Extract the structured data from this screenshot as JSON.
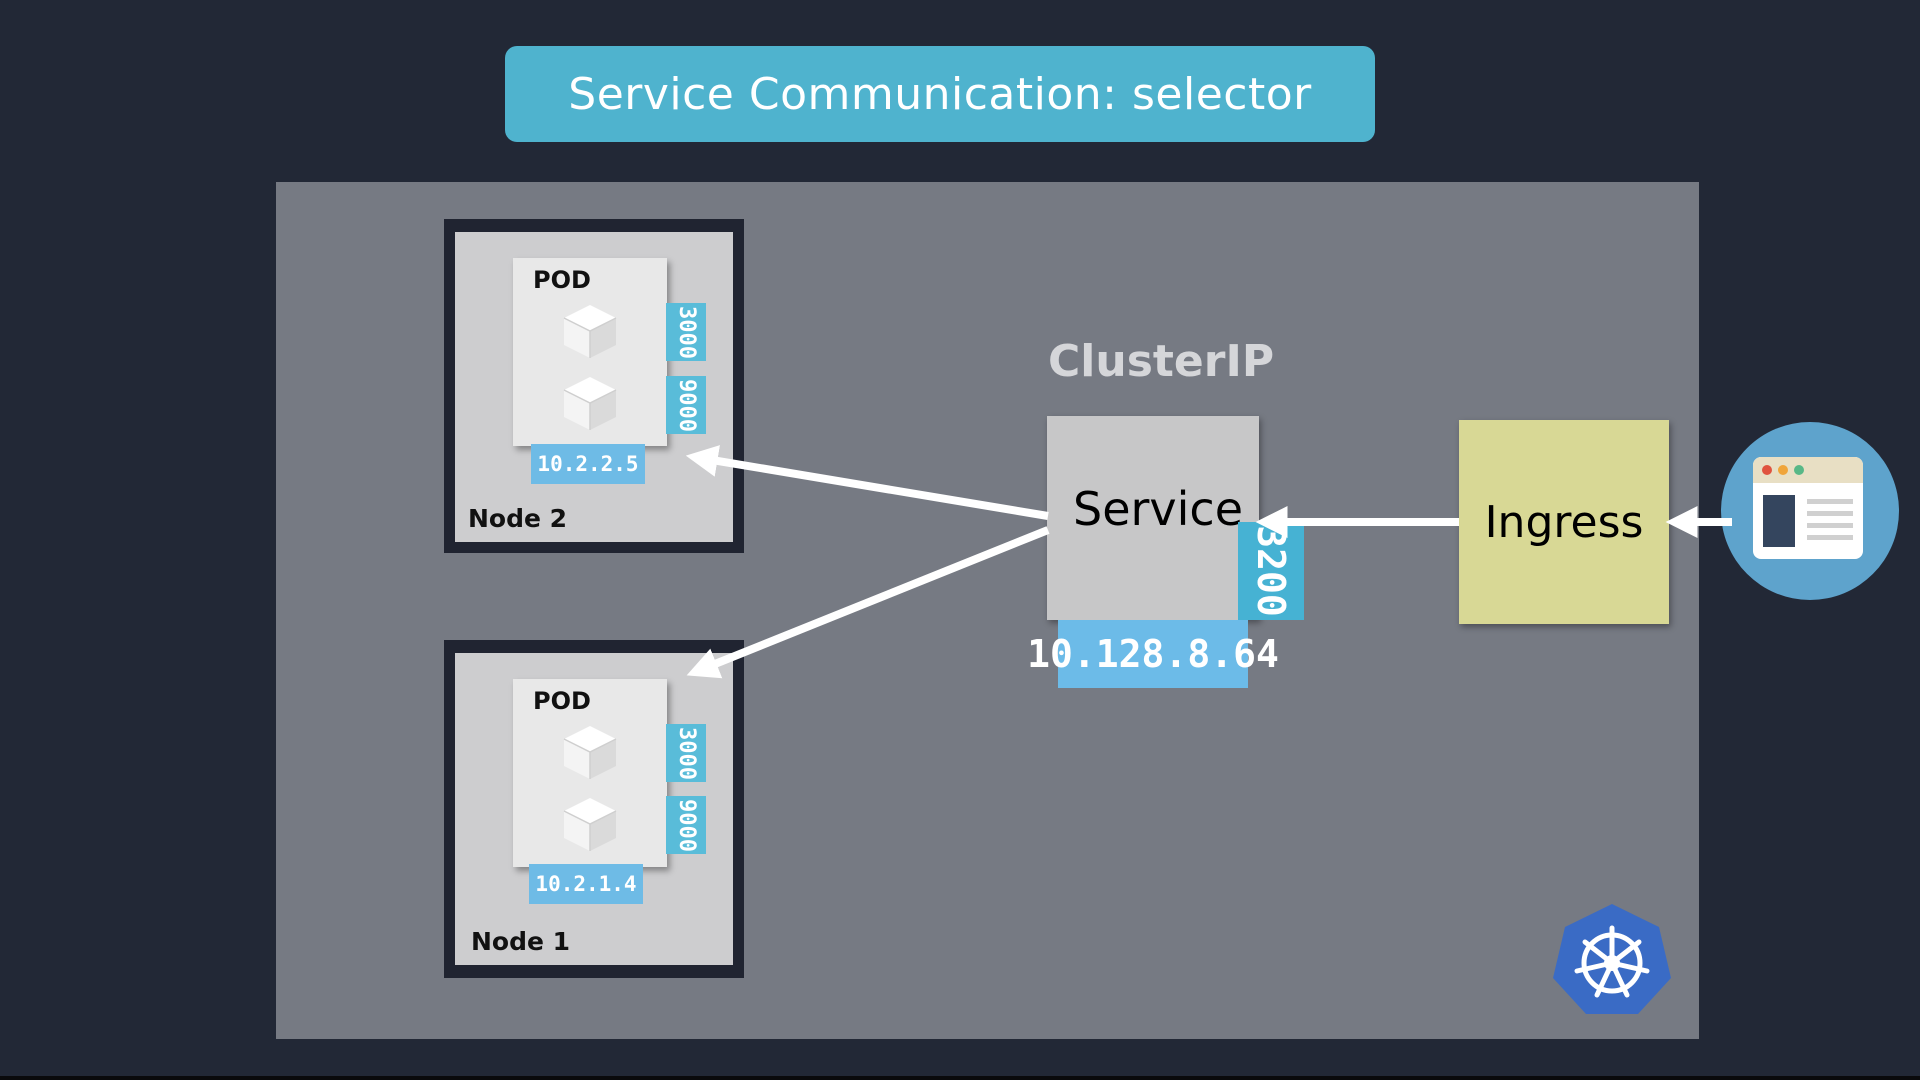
{
  "title": "Service Communication: selector",
  "service": {
    "type_label": "ClusterIP",
    "name": "Service",
    "port": "3200",
    "ip": "10.128.8.64"
  },
  "ingress": {
    "name": "Ingress"
  },
  "nodes": [
    {
      "name": "Node 2",
      "pod": {
        "label": "POD",
        "ports": [
          "3000",
          "9000"
        ],
        "ip": "10.2.2.5"
      }
    },
    {
      "name": "Node 1",
      "pod": {
        "label": "POD",
        "ports": [
          "3000",
          "9000"
        ],
        "ip": "10.2.1.4"
      }
    }
  ],
  "icons": {
    "client": "browser-window-icon",
    "container": "container-cube-icon",
    "platform": "kubernetes-logo"
  },
  "colors": {
    "background": "#222836",
    "banner": "#4fb3ce",
    "cluster_panel": "#767a83",
    "port_tag": "#59bcd9",
    "ip_tag": "#6ebbe6",
    "service_box": "#c7c7c8",
    "ingress_box": "#d8d895",
    "kubernetes_blue": "#3a6bc5"
  }
}
